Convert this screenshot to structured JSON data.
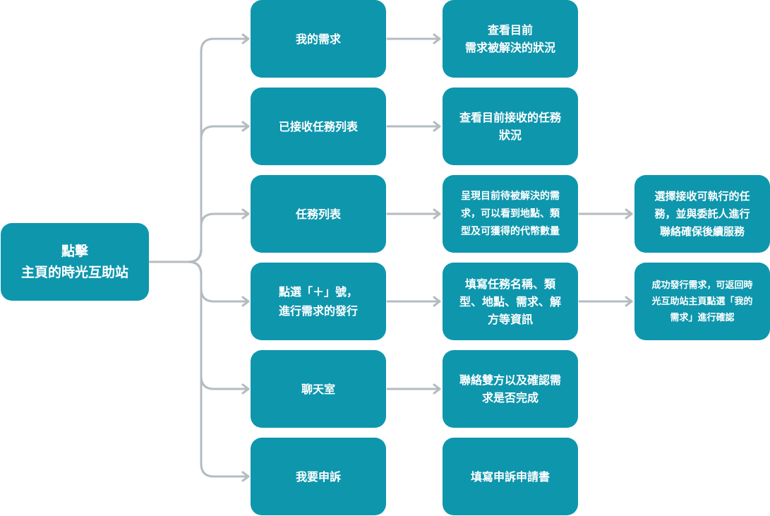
{
  "root": {
    "label": "點擊\n主頁的時光互助站"
  },
  "branches": [
    {
      "label": "我的需求",
      "result": "查看目前\n需求被解決的狀況"
    },
    {
      "label": "已接收任務列表",
      "result": "查看目前接收的任務\n狀況"
    },
    {
      "label": "任務列表",
      "result": "呈現目前待被解決的需\n求，可以看到地點、類\n型及可獲得的代幣數量",
      "next": "選擇接收可執行的任\n務，並與委託人進行\n聯絡確保後續服務"
    },
    {
      "label": "點選「＋」號，\n進行需求的發行",
      "result": "填寫任務名稱、類\n型、地點、需求、解\n方等資訊",
      "next": "成功發行需求，可返回時\n光互助站主頁點選「我的\n需求」進行確認"
    },
    {
      "label": "聊天室",
      "result": "聯絡雙方以及確認需\n求是否完成"
    },
    {
      "label": "我要申訴",
      "result": "填寫申訴申請書"
    }
  ],
  "colors": {
    "node": "#0e96ad",
    "connector": "#b4bcc1",
    "text": "#ffffff"
  }
}
